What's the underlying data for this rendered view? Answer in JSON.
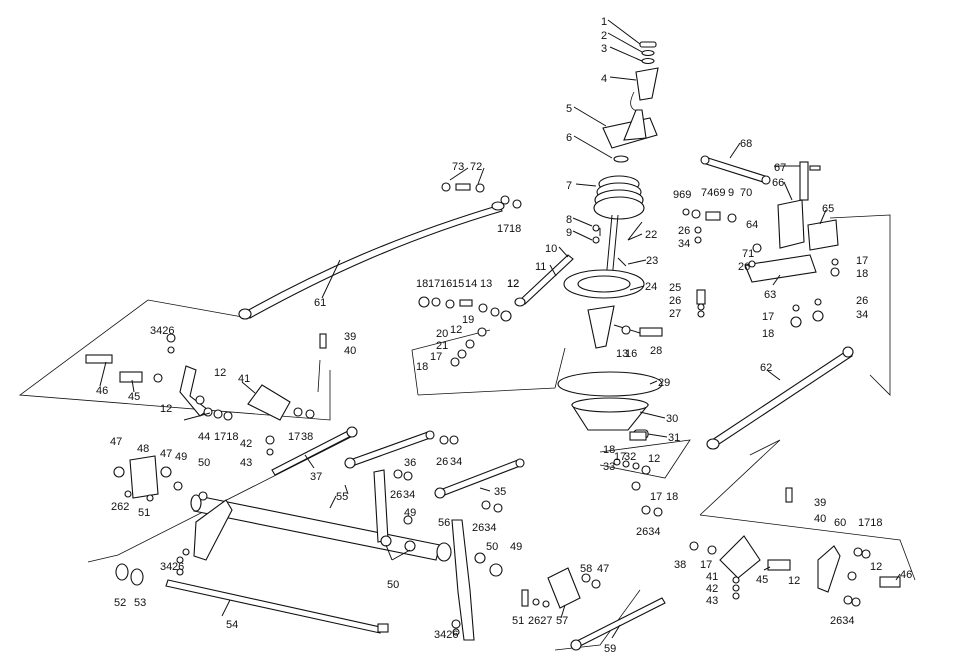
{
  "labels": [
    {
      "id": "l1",
      "text": "1"
    },
    {
      "id": "l2",
      "text": "2"
    },
    {
      "id": "l3",
      "text": "3"
    },
    {
      "id": "l4",
      "text": "4"
    },
    {
      "id": "l5",
      "text": "5"
    },
    {
      "id": "l6",
      "text": "6"
    },
    {
      "id": "l7",
      "text": "7"
    },
    {
      "id": "l8",
      "text": "8"
    },
    {
      "id": "l9",
      "text": "9"
    },
    {
      "id": "l10",
      "text": "10"
    },
    {
      "id": "l11",
      "text": "11"
    },
    {
      "id": "l12a",
      "text": "12"
    },
    {
      "id": "l22",
      "text": "22"
    },
    {
      "id": "l23",
      "text": "23"
    },
    {
      "id": "l24",
      "text": "24"
    },
    {
      "id": "l25",
      "text": "25"
    },
    {
      "id": "l26a",
      "text": "26"
    },
    {
      "id": "l27",
      "text": "27"
    },
    {
      "id": "l28",
      "text": "28"
    },
    {
      "id": "l29",
      "text": "29"
    },
    {
      "id": "l30",
      "text": "30"
    },
    {
      "id": "l31",
      "text": "31"
    },
    {
      "id": "l68",
      "text": "68"
    },
    {
      "id": "l67",
      "text": "67"
    },
    {
      "id": "l66",
      "text": "66"
    },
    {
      "id": "l65",
      "text": "65"
    },
    {
      "id": "l64",
      "text": "64"
    },
    {
      "id": "l63",
      "text": "63"
    },
    {
      "id": "l62",
      "text": "62"
    },
    {
      "id": "l61",
      "text": "61"
    },
    {
      "id": "l73",
      "text": "73"
    },
    {
      "id": "l72",
      "text": "72"
    },
    {
      "id": "l17a",
      "text": "17"
    },
    {
      "id": "l18a",
      "text": "18"
    },
    {
      "id": "l9698",
      "text": "969"
    },
    {
      "id": "l7469",
      "text": "7469"
    },
    {
      "id": "l970",
      "text": "9"
    },
    {
      "id": "l70",
      "text": "70"
    },
    {
      "id": "l26b",
      "text": "26"
    },
    {
      "id": "l34a",
      "text": "34"
    },
    {
      "id": "l71",
      "text": "71"
    },
    {
      "id": "l26c",
      "text": "26"
    },
    {
      "id": "l17b",
      "text": "17"
    },
    {
      "id": "l18b",
      "text": "18"
    },
    {
      "id": "l26d",
      "text": "26"
    },
    {
      "id": "l34b",
      "text": "34"
    },
    {
      "id": "l17c",
      "text": "17"
    },
    {
      "id": "l18c",
      "text": "18"
    },
    {
      "id": "l18d",
      "text": "18"
    },
    {
      "id": "l17d",
      "text": "17"
    },
    {
      "id": "l16a",
      "text": "16"
    },
    {
      "id": "l15",
      "text": "15"
    },
    {
      "id": "l14",
      "text": "14"
    },
    {
      "id": "l13a",
      "text": "13"
    },
    {
      "id": "l12b",
      "text": "12"
    },
    {
      "id": "l19",
      "text": "19"
    },
    {
      "id": "l12c",
      "text": "12"
    },
    {
      "id": "l20",
      "text": "20"
    },
    {
      "id": "l21",
      "text": "21"
    },
    {
      "id": "l17e",
      "text": "17"
    },
    {
      "id": "l18e",
      "text": "18"
    },
    {
      "id": "l13b",
      "text": "13"
    },
    {
      "id": "l16b",
      "text": "16"
    },
    {
      "id": "l3426a",
      "text": "3426"
    },
    {
      "id": "l39a",
      "text": "39"
    },
    {
      "id": "l40a",
      "text": "40"
    },
    {
      "id": "l46a",
      "text": "46"
    },
    {
      "id": "l45a",
      "text": "45"
    },
    {
      "id": "l12d",
      "text": "12"
    },
    {
      "id": "l41a",
      "text": "41"
    },
    {
      "id": "l12e",
      "text": "12"
    },
    {
      "id": "l44",
      "text": "44"
    },
    {
      "id": "l1718a",
      "text": "1718"
    },
    {
      "id": "l17f",
      "text": "17"
    },
    {
      "id": "l38a",
      "text": "38"
    },
    {
      "id": "l42a",
      "text": "42"
    },
    {
      "id": "l43a",
      "text": "43"
    },
    {
      "id": "l37",
      "text": "37"
    },
    {
      "id": "l36",
      "text": "36"
    },
    {
      "id": "l26e",
      "text": "26"
    },
    {
      "id": "l34c",
      "text": "34"
    },
    {
      "id": "l26f",
      "text": "26"
    },
    {
      "id": "l34d",
      "text": "34"
    },
    {
      "id": "l35",
      "text": "35"
    },
    {
      "id": "l2634a",
      "text": "2634"
    },
    {
      "id": "l18f",
      "text": "18"
    },
    {
      "id": "l17g",
      "text": "17"
    },
    {
      "id": "l3332",
      "text": "33"
    },
    {
      "id": "l32",
      "text": "32"
    },
    {
      "id": "l12f",
      "text": "12"
    },
    {
      "id": "l17h",
      "text": "17"
    },
    {
      "id": "l18g",
      "text": "18"
    },
    {
      "id": "l2634b",
      "text": "2634"
    },
    {
      "id": "l47a",
      "text": "47"
    },
    {
      "id": "l48",
      "text": "48"
    },
    {
      "id": "l47b",
      "text": "47"
    },
    {
      "id": "l49a",
      "text": "49"
    },
    {
      "id": "l50a",
      "text": "50"
    },
    {
      "id": "l262",
      "text": "262"
    },
    {
      "id": "l51a",
      "text": "51"
    },
    {
      "id": "l55",
      "text": "55"
    },
    {
      "id": "l49b",
      "text": "49"
    },
    {
      "id": "l56",
      "text": "56"
    },
    {
      "id": "l50b",
      "text": "50"
    },
    {
      "id": "l49c",
      "text": "49"
    },
    {
      "id": "l50c",
      "text": "50"
    },
    {
      "id": "l3426b",
      "text": "34"
    },
    {
      "id": "l26g",
      "text": "26"
    },
    {
      "id": "l52",
      "text": "52"
    },
    {
      "id": "l53",
      "text": "53"
    },
    {
      "id": "l54",
      "text": "54"
    },
    {
      "id": "l58",
      "text": "58"
    },
    {
      "id": "l47c",
      "text": "47"
    },
    {
      "id": "l51b",
      "text": "51"
    },
    {
      "id": "l2627",
      "text": "2627"
    },
    {
      "id": "l57",
      "text": "57"
    },
    {
      "id": "l3426c",
      "text": "3426"
    },
    {
      "id": "l59",
      "text": "59"
    },
    {
      "id": "l39b",
      "text": "39"
    },
    {
      "id": "l40b",
      "text": "40"
    },
    {
      "id": "l60",
      "text": "60"
    },
    {
      "id": "l1718b",
      "text": "1718"
    },
    {
      "id": "l38b",
      "text": "38"
    },
    {
      "id": "l17i",
      "text": "17"
    },
    {
      "id": "l41b",
      "text": "41"
    },
    {
      "id": "l42b",
      "text": "42"
    },
    {
      "id": "l43b",
      "text": "43"
    },
    {
      "id": "l45b",
      "text": "45"
    },
    {
      "id": "l12g",
      "text": "12"
    },
    {
      "id": "l12h",
      "text": "12"
    },
    {
      "id": "l46b",
      "text": "46"
    },
    {
      "id": "l2634c",
      "text": "2634"
    }
  ]
}
